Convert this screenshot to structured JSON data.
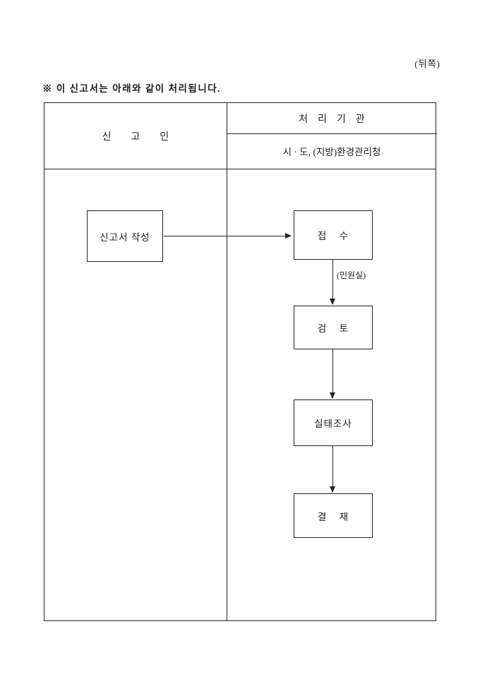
{
  "page": {
    "corner_note": "(뒤쪽)",
    "instruction": "※ 이 신고서는 아래와 같이 처리됩니다."
  },
  "table": {
    "left_header": "신        고        인",
    "right_header_top": "처    리    기    관",
    "right_header_bottom": "시 · 도, (지방)환경관리청"
  },
  "flow": {
    "draft_step": "신고서 작성",
    "receive_step": "접    수",
    "receive_note": "(민원실)",
    "review_step": "검    토",
    "survey_step": "실태조사",
    "approve_step": "결    재"
  }
}
